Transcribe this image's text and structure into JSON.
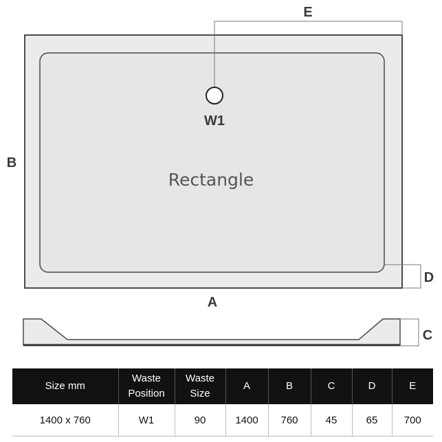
{
  "diagram": {
    "shape_label": "Rectangle",
    "waste_label": "W1",
    "dimension_labels": {
      "a": "A",
      "b": "B",
      "c": "C",
      "d": "D",
      "e": "E"
    }
  },
  "table": {
    "headers": [
      [
        "Size mm"
      ],
      [
        "Waste",
        "Position"
      ],
      [
        "Waste",
        "Size"
      ],
      [
        "A"
      ],
      [
        "B"
      ],
      [
        "C"
      ],
      [
        "D"
      ],
      [
        "E"
      ]
    ],
    "row": [
      "1400 x 760",
      "W1",
      "90",
      "1400",
      "760",
      "45",
      "65",
      "700"
    ]
  }
}
